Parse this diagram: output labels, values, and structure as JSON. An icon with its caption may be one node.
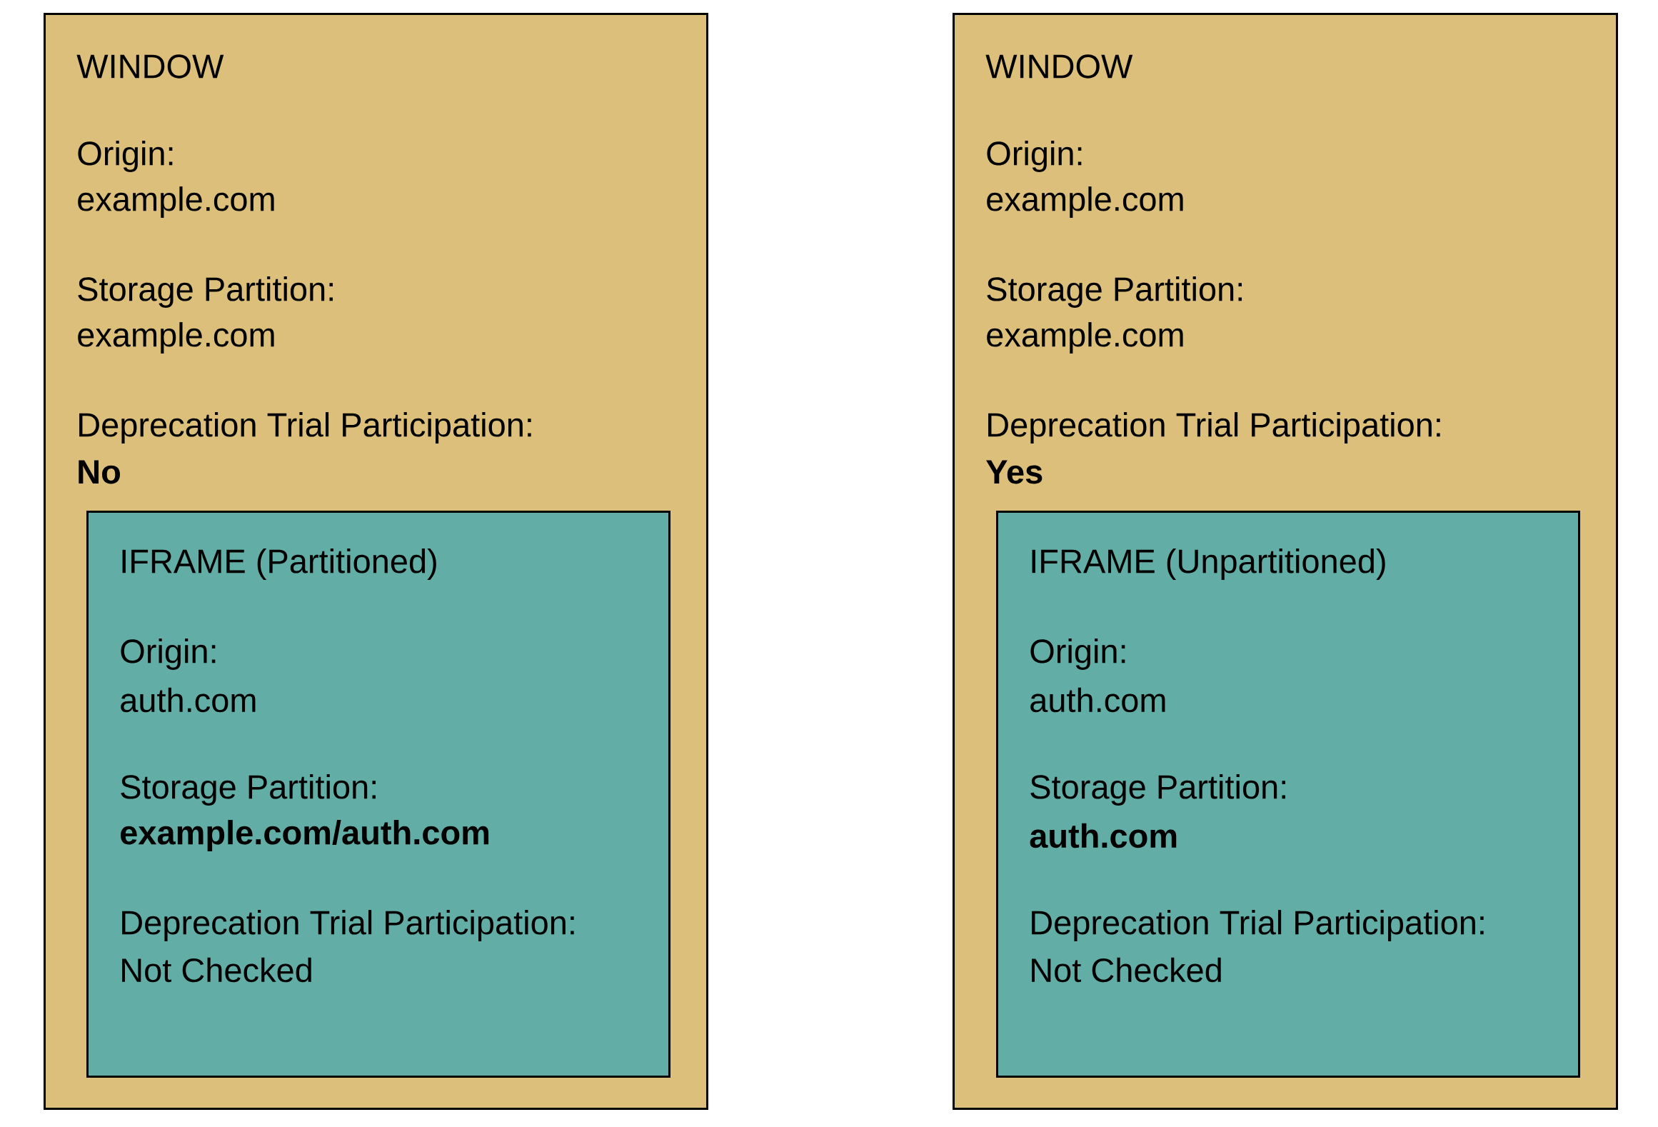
{
  "diagram": {
    "nodes": [
      {
        "text": [
          "WINDOW",
          "Origin:",
          "example.com",
          "Storage Partition:",
          "example.com",
          "Deprecation Trial Participation:",
          "No"
        ]
      },
      {
        "text": [
          "IFRAME (Partitioned)",
          "Origin:",
          "auth.com",
          "Storage Partition:",
          "example.com/auth.com",
          "Deprecation Trial Participation:",
          "Not Checked"
        ],
        "in": 0
      },
      {
        "text": [
          "WINDOW",
          "Origin:",
          "example.com",
          "Storage Partition:",
          "example.com",
          "Deprecation Trial Participation:",
          "Yes"
        ]
      },
      {
        "text": [
          "IFRAME (Unpartitioned)",
          "Origin:",
          "auth.com",
          "Storage Partition:",
          "auth.com",
          "Deprecation Trial Participation:",
          "Not Checked"
        ],
        "in": 2
      }
    ],
    "edges": []
  }
}
